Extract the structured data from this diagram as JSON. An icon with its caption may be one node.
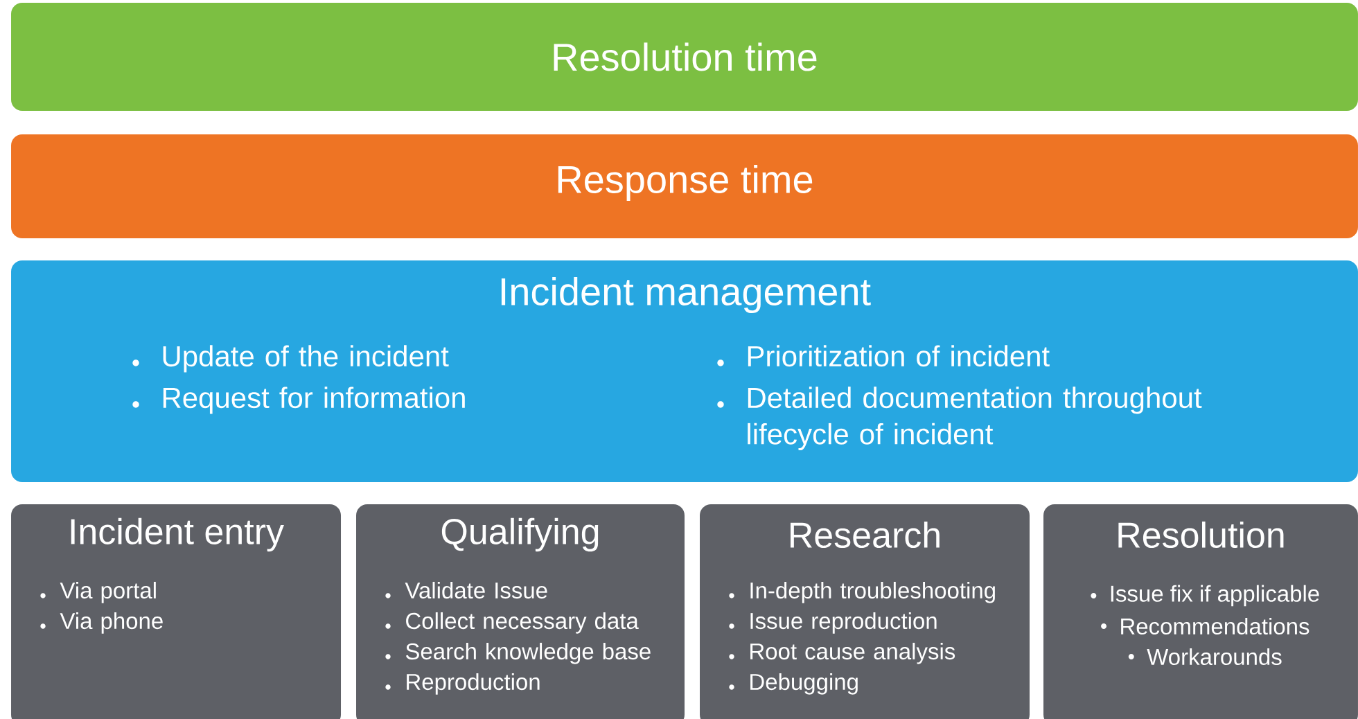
{
  "diagram": {
    "nodes": [
      {
        "text": [
          "Resolution time"
        ]
      },
      {
        "text": [
          "Response time"
        ]
      },
      {
        "text": [
          "Incident management",
          "Update of the incident",
          "Request for information",
          "Prioritization of incident",
          "Detailed documentation throughout lifecycle of incident"
        ]
      },
      {
        "text": [
          "Incident entry",
          "Via portal",
          "Via phone"
        ]
      },
      {
        "text": [
          "Qualifying",
          "Validate Issue",
          "Collect necessary data",
          "Search knowledge base",
          "Reproduction"
        ]
      },
      {
        "text": [
          "Research",
          "In-depth troubleshooting",
          "Issue reproduction",
          "Root cause analysis",
          "Debugging"
        ]
      },
      {
        "text": [
          "Resolution",
          "Issue fix if applicable",
          "Recommendations",
          "Workarounds"
        ]
      }
    ]
  }
}
